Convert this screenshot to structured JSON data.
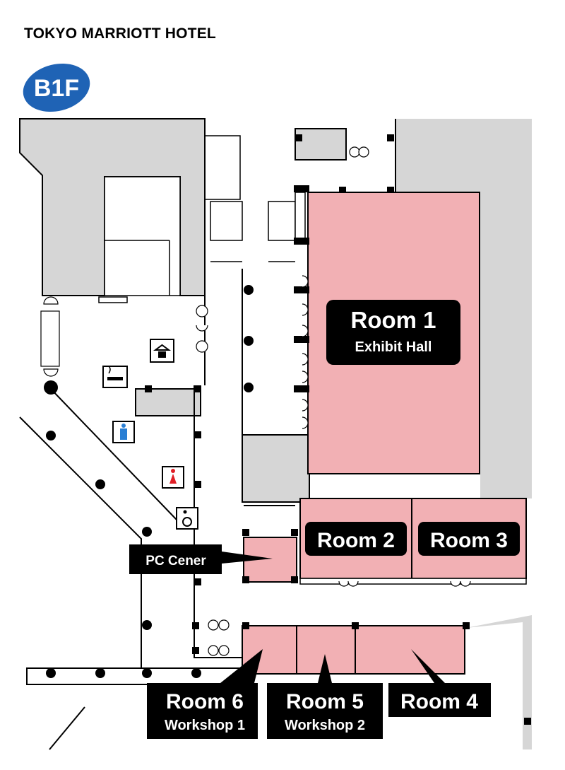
{
  "header": {
    "hotel_name": "TOKYO MARRIOTT HOTEL",
    "floor_badge": "B1F",
    "badge_color": "#1f63b5"
  },
  "colors": {
    "room_fill": "#f2b0b4",
    "service_fill": "#d6d6d6",
    "label_bg": "#000000",
    "label_text": "#ffffff",
    "male_icon_color": "#2a7fd4",
    "female_icon_color": "#e01f26"
  },
  "rooms": {
    "room1": {
      "name": "Room 1",
      "subtitle": "Exhibit Hall"
    },
    "room2": {
      "name": "Room 2"
    },
    "room3": {
      "name": "Room 3"
    },
    "room4": {
      "name": "Room 4"
    },
    "room5": {
      "name": "Room 5",
      "subtitle": "Workshop 2"
    },
    "room6": {
      "name": "Room 6",
      "subtitle": "Workshop 1"
    },
    "pc_center": {
      "name": "PC Cener"
    }
  },
  "icons": [
    "cloakroom-icon",
    "smoking-area-icon",
    "mens-restroom-icon",
    "womens-restroom-icon",
    "accessible-restroom-icon"
  ]
}
